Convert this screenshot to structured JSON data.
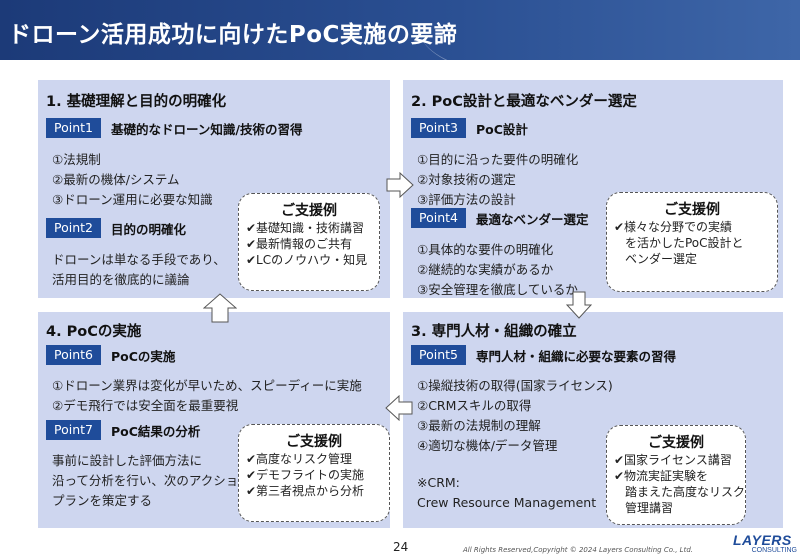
{
  "title": "ドローン活用成功に向けたPoC実施の要諦",
  "panels": {
    "p1": {
      "heading": "1.  基礎理解と目的の明確化",
      "point1": {
        "badge": "Point1",
        "title": "基礎的なドローン知識/技術の習得"
      },
      "items1": [
        "①法規制",
        "②最新の機体/システム",
        "③ドローン運用に必要な知識"
      ],
      "point2": {
        "badge": "Point2",
        "title": "目的の明確化"
      },
      "text2": [
        "ドローンは単なる手段であり、",
        "活用目的を徹底的に議論"
      ],
      "support": {
        "title": "ご支援例",
        "items": [
          "✔基礎知識・技術講習",
          "✔最新情報のご共有",
          "✔LCのノウハウ・知見"
        ]
      }
    },
    "p2": {
      "heading": "2.  PoC設計と最適なベンダー選定",
      "point3": {
        "badge": "Point3",
        "title": "PoC設計"
      },
      "items3": [
        "①目的に沿った要件の明確化",
        "②対象技術の選定",
        "③評価方法の設計"
      ],
      "point4": {
        "badge": "Point4",
        "title": "最適なベンダー選定"
      },
      "items4": [
        "①具体的な要件の明確化",
        "②継続的な実績があるか",
        "③安全管理を徹底しているか"
      ],
      "support": {
        "title": "ご支援例",
        "items": [
          "✔様々な分野での実績",
          "を活かしたPoC設計と",
          "ベンダー選定"
        ]
      }
    },
    "p3": {
      "heading": "4.  PoCの実施",
      "point6": {
        "badge": "Point6",
        "title": "PoCの実施"
      },
      "items6": [
        "①ドローン業界は変化が早いため、スピーディーに実施",
        "②デモ飛行では安全面を最重要視"
      ],
      "point7": {
        "badge": "Point7",
        "title": "PoC結果の分析"
      },
      "text7": [
        "事前に設計した評価方法に",
        "沿って分析を行い、次のアクション",
        "プランを策定する"
      ],
      "support": {
        "title": "ご支援例",
        "items": [
          "✔高度なリスク管理",
          "✔デモフライトの実施",
          "✔第三者視点から分析"
        ]
      }
    },
    "p4": {
      "heading": "3.  専門人材・組織の確立",
      "point5": {
        "badge": "Point5",
        "title": "専門人材・組織に必要な要素の習得"
      },
      "items5": [
        "①操縦技術の取得(国家ライセンス)",
        "②CRMスキルの取得",
        "③最新の法規制の理解",
        "④適切な機体/データ管理"
      ],
      "note": [
        "※CRM:",
        "Crew Resource Management"
      ],
      "support": {
        "title": "ご支援例",
        "items": [
          "✔国家ライセンス講習",
          "✔物流実証実験を",
          "踏まえた高度なリスク",
          "管理講習"
        ]
      }
    }
  },
  "footer": {
    "page": "24",
    "copyright": "All Rights Reserved,Copyright © 2024 Layers Consulting Co., Ltd.",
    "logo_top": "LAYERS",
    "logo_bottom": "CONSULTING"
  },
  "colors": {
    "title_bg": "#1f4c9a",
    "panel_bg": "#ced6ef",
    "badge_bg": "#1f4c9a"
  }
}
